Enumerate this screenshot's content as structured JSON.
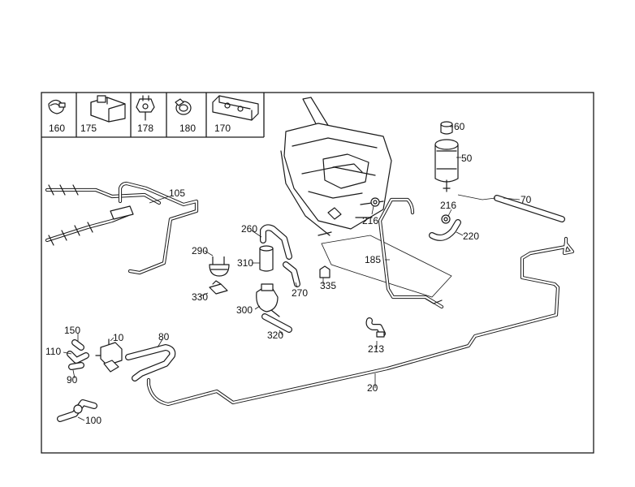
{
  "diagram": {
    "legend_labels": [
      "160",
      "175",
      "178",
      "180",
      "170"
    ],
    "part_labels": {
      "p105": "105",
      "p260": "260",
      "p290": "290",
      "p310": "310",
      "p330": "330",
      "p270": "270",
      "p335": "335",
      "p300": "300",
      "p320": "320",
      "p150": "150",
      "p10": "10",
      "p80": "80",
      "p110": "110",
      "p90": "90",
      "p100": "100",
      "p20": "20",
      "p213": "213",
      "p185": "185",
      "p216a": "216",
      "p216b": "216",
      "p220": "220",
      "p60": "60",
      "p50": "50",
      "p70": "70"
    }
  }
}
